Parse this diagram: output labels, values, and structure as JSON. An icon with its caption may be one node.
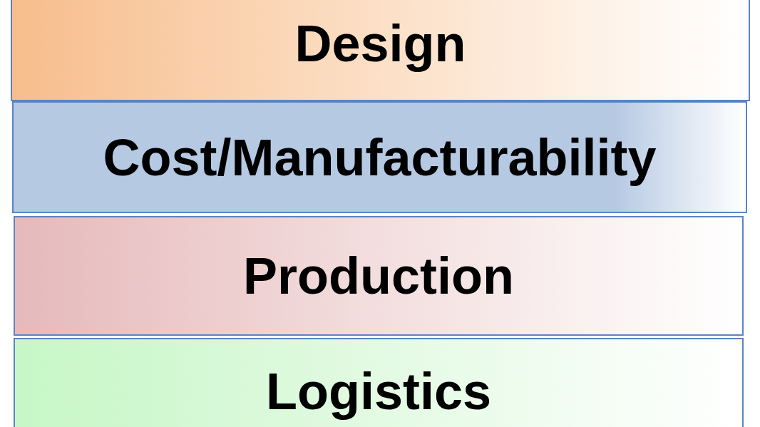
{
  "diagram": {
    "nodes": [
      {
        "text": [
          "Design"
        ]
      },
      {
        "text": [
          "Cost/Manufacturability"
        ]
      },
      {
        "text": [
          "Production"
        ]
      },
      {
        "text": [
          "Logistics"
        ]
      }
    ]
  }
}
